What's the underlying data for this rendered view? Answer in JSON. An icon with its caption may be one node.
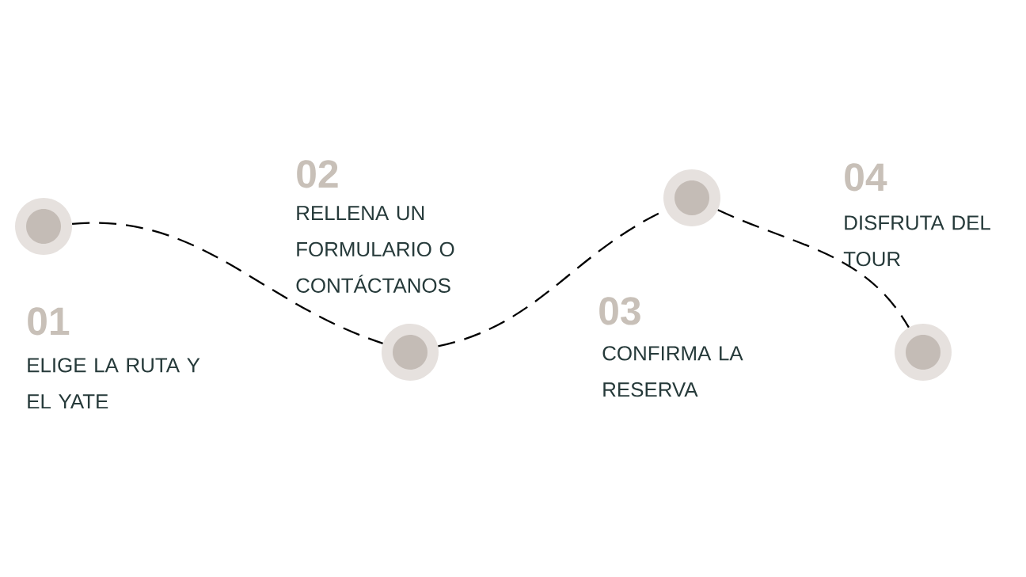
{
  "diagram": {
    "nodes": [
      {
        "text": [],
        "shape": "circle",
        "beside": [
          "01",
          "ELIGE LA RUTA Y EL YATE"
        ]
      },
      {
        "text": [],
        "shape": "circle",
        "beside": [
          "02",
          "RELLENA UN FORMULARIO O CONTÁCTANOS"
        ]
      },
      {
        "text": [],
        "shape": "circle",
        "beside": [
          "03",
          "CONFIRMA LA RESERVA"
        ]
      },
      {
        "text": [],
        "shape": "circle",
        "beside": [
          "04",
          "DISFRUTA DEL TOUR"
        ]
      }
    ],
    "edges": [
      {
        "from": 0,
        "to": 1,
        "arrow": "none",
        "style": "dashed"
      },
      {
        "from": 1,
        "to": 2,
        "arrow": "none",
        "style": "dashed"
      },
      {
        "from": 2,
        "to": 3,
        "arrow": "none",
        "style": "dashed"
      }
    ]
  }
}
